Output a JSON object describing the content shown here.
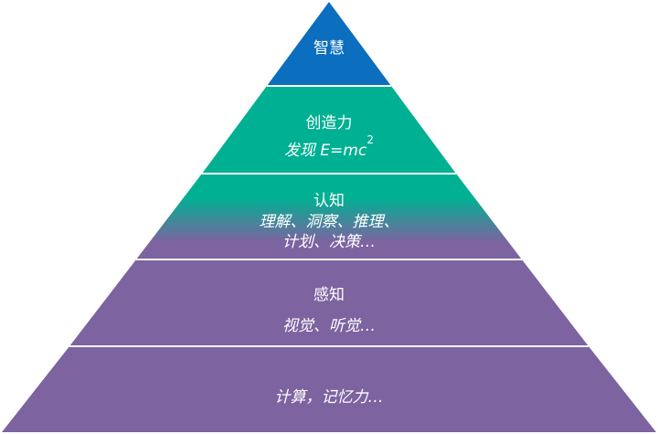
{
  "title": "Pyramid of intelligence",
  "colors": {
    "wisdom": "#0b6ebf",
    "teal": "#00b092",
    "purple": "#7d63a0"
  },
  "layers": [
    {
      "title": "智慧",
      "subtitle": ""
    },
    {
      "title": "创造力",
      "subtitle": "发现 E=mc",
      "superscript": "2"
    },
    {
      "title": "认知",
      "subtitle": "理解、洞察、推理、",
      "subtitle2": "计划、决策…"
    },
    {
      "title": "感知",
      "subtitle": "视觉、听觉…"
    },
    {
      "title": "",
      "subtitle": "计算，记忆力…"
    }
  ]
}
